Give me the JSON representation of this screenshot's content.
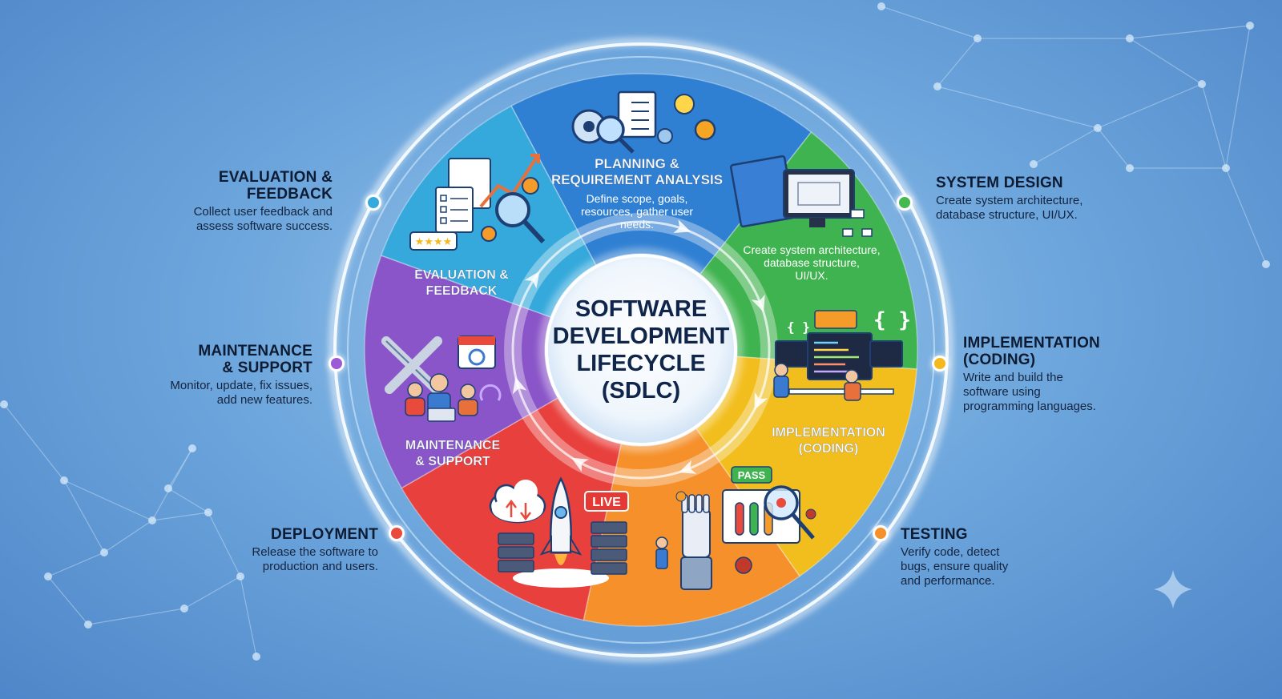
{
  "center": {
    "line1": "SOFTWARE",
    "line2": "DEVELOPMENT",
    "line3": "LIFECYCLE",
    "line4": "(SDLC)"
  },
  "segments": [
    {
      "key": "planning",
      "title_lines": [
        "PLANNING &",
        "REQUIREMENT ANALYSIS"
      ],
      "desc_lines": [
        "Define scope, goals,",
        "resources, gather user",
        "needs."
      ],
      "color": "#2f7fd3"
    },
    {
      "key": "design",
      "title_lines": [],
      "desc_lines": [
        "Create system architecture,",
        "database structure,",
        "UI/UX."
      ],
      "color": "#3fb34f"
    },
    {
      "key": "implementation",
      "title_lines": [
        "IMPLEMENTATION",
        "(CODING)"
      ],
      "desc_lines": [],
      "color": "#f2be1e"
    },
    {
      "key": "testing",
      "title_lines": [],
      "desc_lines": [],
      "color": "#f5902a"
    },
    {
      "key": "deployment",
      "title_lines": [],
      "desc_lines": [],
      "color": "#e8403c"
    },
    {
      "key": "maintenance",
      "title_lines": [
        "MAINTENANCE",
        "& SUPPORT"
      ],
      "desc_lines": [],
      "color": "#8a55c8"
    },
    {
      "key": "evaluation",
      "title_lines": [
        "EVALUATION &",
        "FEEDBACK"
      ],
      "desc_lines": [],
      "color": "#35a9dc"
    }
  ],
  "icons": {
    "planning": "gears-clipboard-magnifier-lightbulb-icon",
    "design": "blueprint-monitor-wireframe-icon",
    "implementation": "developers-coding-desk-icon",
    "testing": "robot-test-tubes-bug-magnifier-icon",
    "deployment": "rocket-cloud-servers-icon",
    "maintenance": "wrench-calendar-support-team-icon",
    "evaluation": "chart-checklist-magnifier-icon"
  },
  "badges": {
    "live": "LIVE",
    "pass": "PASS",
    "rating": "★★★★"
  },
  "side_labels": {
    "evaluation": {
      "title_lines": [
        "EVALUATION &",
        "FEEDBACK"
      ],
      "desc_lines": [
        "Collect user feedback and",
        "assess software success."
      ],
      "color": "#35a9dc"
    },
    "maintenance": {
      "title_lines": [
        "MAINTENANCE",
        "& SUPPORT"
      ],
      "desc_lines": [
        "Monitor, update, fix issues,",
        "add new features."
      ],
      "color": "#9b5ad6"
    },
    "deployment": {
      "title_lines": [
        "DEPLOYMENT"
      ],
      "desc_lines": [
        "Release the software to",
        "production and users."
      ],
      "color": "#e84a3c"
    },
    "design": {
      "title_lines": [
        "SYSTEM DESIGN"
      ],
      "desc_lines": [
        "Create system architecture,",
        "database structure, UI/UX."
      ],
      "color": "#45b84f"
    },
    "implementation": {
      "title_lines": [
        "IMPLEMENTATION",
        "(CODING)"
      ],
      "desc_lines": [
        "Write and build the",
        "software using",
        "programming languages."
      ],
      "color": "#f5b81f"
    },
    "testing": {
      "title_lines": [
        "TESTING"
      ],
      "desc_lines": [
        "Verify code, detect",
        "bugs, ensure quality",
        "and performance."
      ],
      "color": "#f5902a"
    }
  }
}
